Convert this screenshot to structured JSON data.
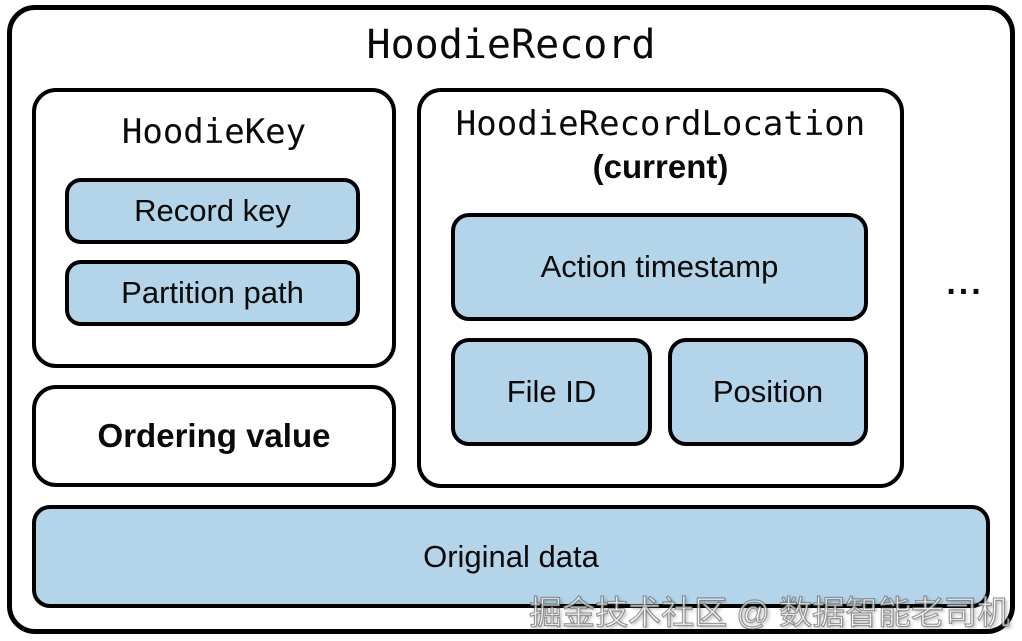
{
  "diagram": {
    "title": "HoodieRecord",
    "hoodie_key": {
      "title": "HoodieKey",
      "fields": [
        "Record key",
        "Partition path"
      ]
    },
    "record_location": {
      "title": "HoodieRecordLocation",
      "subtitle": "(current)",
      "fields": [
        "Action timestamp",
        "File ID",
        "Position"
      ]
    },
    "ellipsis": "...",
    "ordering_value_label": "Ordering value",
    "original_data_label": "Original data",
    "watermark": "掘金技术社区 @ 数据智能老司机",
    "colors": {
      "field_fill": "#b4d4ea",
      "border": "#000000",
      "background": "#ffffff"
    }
  }
}
